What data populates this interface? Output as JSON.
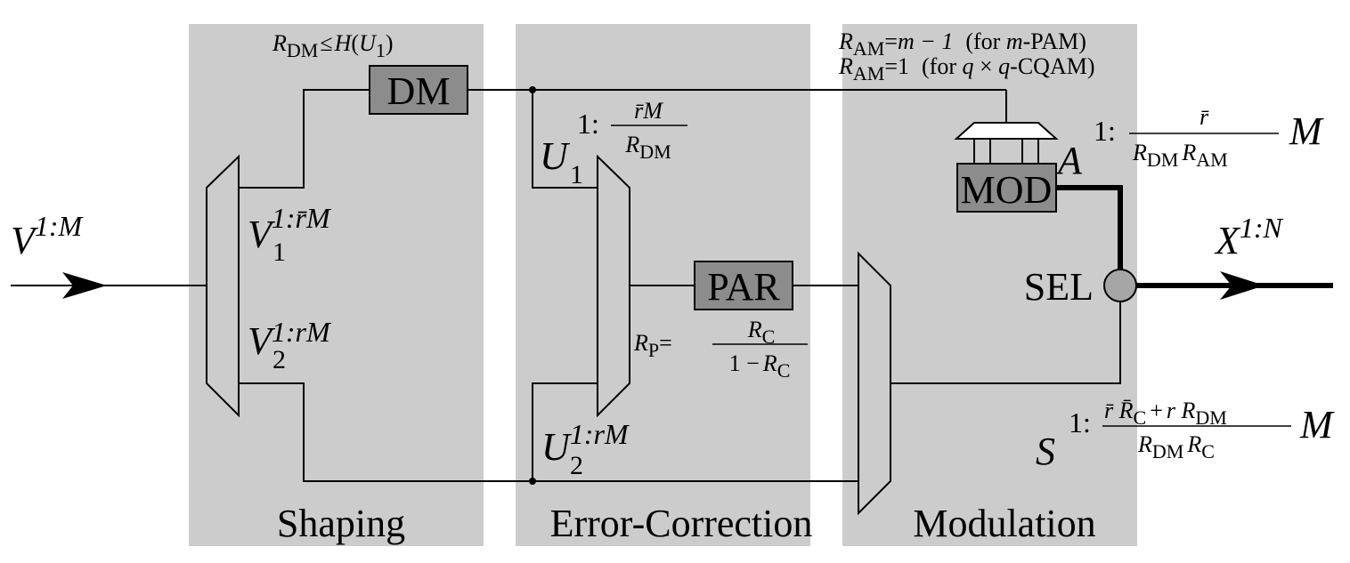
{
  "colors": {
    "panel": "#cccccc",
    "box": "#8c8c8c",
    "wire": "#000000",
    "selector": "#a6a6a6",
    "background": "#ffffff"
  },
  "sections": {
    "shaping": "Shaping",
    "error_correction": "Error-Correction",
    "modulation": "Modulation"
  },
  "blocks": {
    "dm": "DM",
    "par": "PAR",
    "mod": "MOD",
    "sel": "SEL"
  },
  "annotations": {
    "dm_rate": {
      "R": "R",
      "sub": "DM",
      "rel": "≤",
      "H": "H",
      "paren_open": "(",
      "U": "U",
      "u_sub": "1",
      "paren_close": ")"
    },
    "am_rate_pam": {
      "R": "R",
      "sub": "AM",
      "eq": "=",
      "rhs": "m − 1",
      "note_open": "(for ",
      "m": "m",
      "note_close": "-PAM)"
    },
    "am_rate_cqam": {
      "R": "R",
      "sub": "AM",
      "eq": "=",
      "rhs": "1",
      "note_open": "(for ",
      "q1": "q",
      "times": " × ",
      "q2": "q",
      "note_close": "-CQAM)"
    },
    "par_rate": {
      "R": "R",
      "sub": "P",
      "eq": "=",
      "num_R": "R",
      "num_sub": "C",
      "den_1": "1 −",
      "den_R": "R",
      "den_sub": "C"
    }
  },
  "signals": {
    "V": {
      "base": "V",
      "sup": "1:M"
    },
    "V1": {
      "base": "V",
      "sub": "1",
      "sup": "1:r̄M"
    },
    "V2": {
      "base": "V",
      "sub": "2",
      "sup": "1:rM"
    },
    "U1": {
      "base": "U",
      "sub": "1",
      "sup_prefix": "1:",
      "num": "r̄M",
      "den_R": "R",
      "den_sub": "DM"
    },
    "U2": {
      "base": "U",
      "sub": "2",
      "sup": "1:rM"
    },
    "A": {
      "base": "A",
      "sup_prefix": "1:",
      "num": "r̄",
      "den_R1": "R",
      "den_sub1": "DM",
      "den_R2": "R",
      "den_sub2": "AM",
      "tail": "M"
    },
    "X": {
      "base": "X",
      "sup": "1:N"
    },
    "S": {
      "base": "S",
      "sup_prefix": "1:",
      "num_a": "r̄ R̄",
      "num_a_sub": "C",
      "num_plus": "+",
      "num_b": "r R",
      "num_b_sub": "DM",
      "den_R1": "R",
      "den_sub1": "DM",
      "den_R2": "R",
      "den_sub2": "C",
      "tail": "M"
    }
  }
}
